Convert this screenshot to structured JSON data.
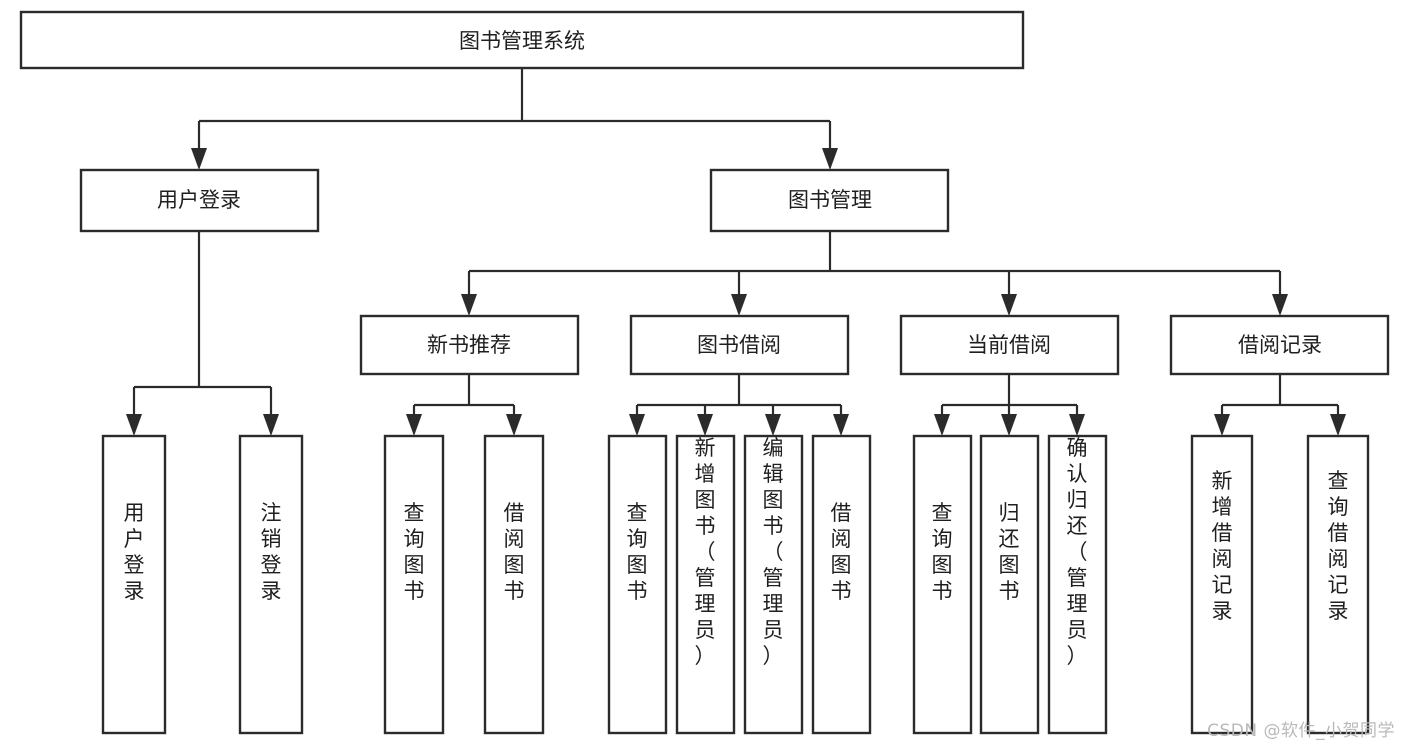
{
  "diagram": {
    "title": "图书管理系统",
    "type": "tree-hierarchy-diagram",
    "watermark": "CSDN @软件_小贺同学",
    "colors": {
      "box_stroke": "#2b2b2b",
      "box_fill": "#ffffff",
      "text": "#1f1f1f",
      "connector": "#2b2b2b",
      "background": "#ffffff",
      "watermark": "#b9b9b9"
    },
    "root": {
      "id": "root",
      "label": "图书管理系统"
    },
    "level2": [
      {
        "id": "user-login",
        "label": "用户登录"
      },
      {
        "id": "book-management",
        "label": "图书管理"
      }
    ],
    "level3": [
      {
        "id": "new-book-recommend",
        "label": "新书推荐",
        "parent": "book-management"
      },
      {
        "id": "book-borrow",
        "label": "图书借阅",
        "parent": "book-management"
      },
      {
        "id": "current-borrow",
        "label": "当前借阅",
        "parent": "book-management"
      },
      {
        "id": "borrow-record",
        "label": "借阅记录",
        "parent": "book-management"
      }
    ],
    "leaves": [
      {
        "id": "leaf-user-login",
        "label": "用户登录",
        "parent": "user-login"
      },
      {
        "id": "leaf-user-logout",
        "label": "注销登录",
        "parent": "user-login"
      },
      {
        "id": "leaf-query-book-1",
        "label": "查询图书",
        "parent": "new-book-recommend"
      },
      {
        "id": "leaf-borrow-book-1",
        "label": "借阅图书",
        "parent": "new-book-recommend"
      },
      {
        "id": "leaf-query-book-2",
        "label": "查询图书",
        "parent": "book-borrow"
      },
      {
        "id": "leaf-add-book",
        "label": "新增图书（管理员）",
        "parent": "book-borrow"
      },
      {
        "id": "leaf-edit-book",
        "label": "编辑图书（管理员）",
        "parent": "book-borrow"
      },
      {
        "id": "leaf-borrow-book-2",
        "label": "借阅图书",
        "parent": "book-borrow"
      },
      {
        "id": "leaf-query-book-3",
        "label": "查询图书",
        "parent": "current-borrow"
      },
      {
        "id": "leaf-return-book",
        "label": "归还图书",
        "parent": "current-borrow"
      },
      {
        "id": "leaf-confirm-return",
        "label": "确认归还（管理员）",
        "parent": "current-borrow"
      },
      {
        "id": "leaf-add-record",
        "label": "新增借阅记录",
        "parent": "borrow-record"
      },
      {
        "id": "leaf-query-record",
        "label": "查询借阅记录",
        "parent": "borrow-record"
      }
    ]
  }
}
